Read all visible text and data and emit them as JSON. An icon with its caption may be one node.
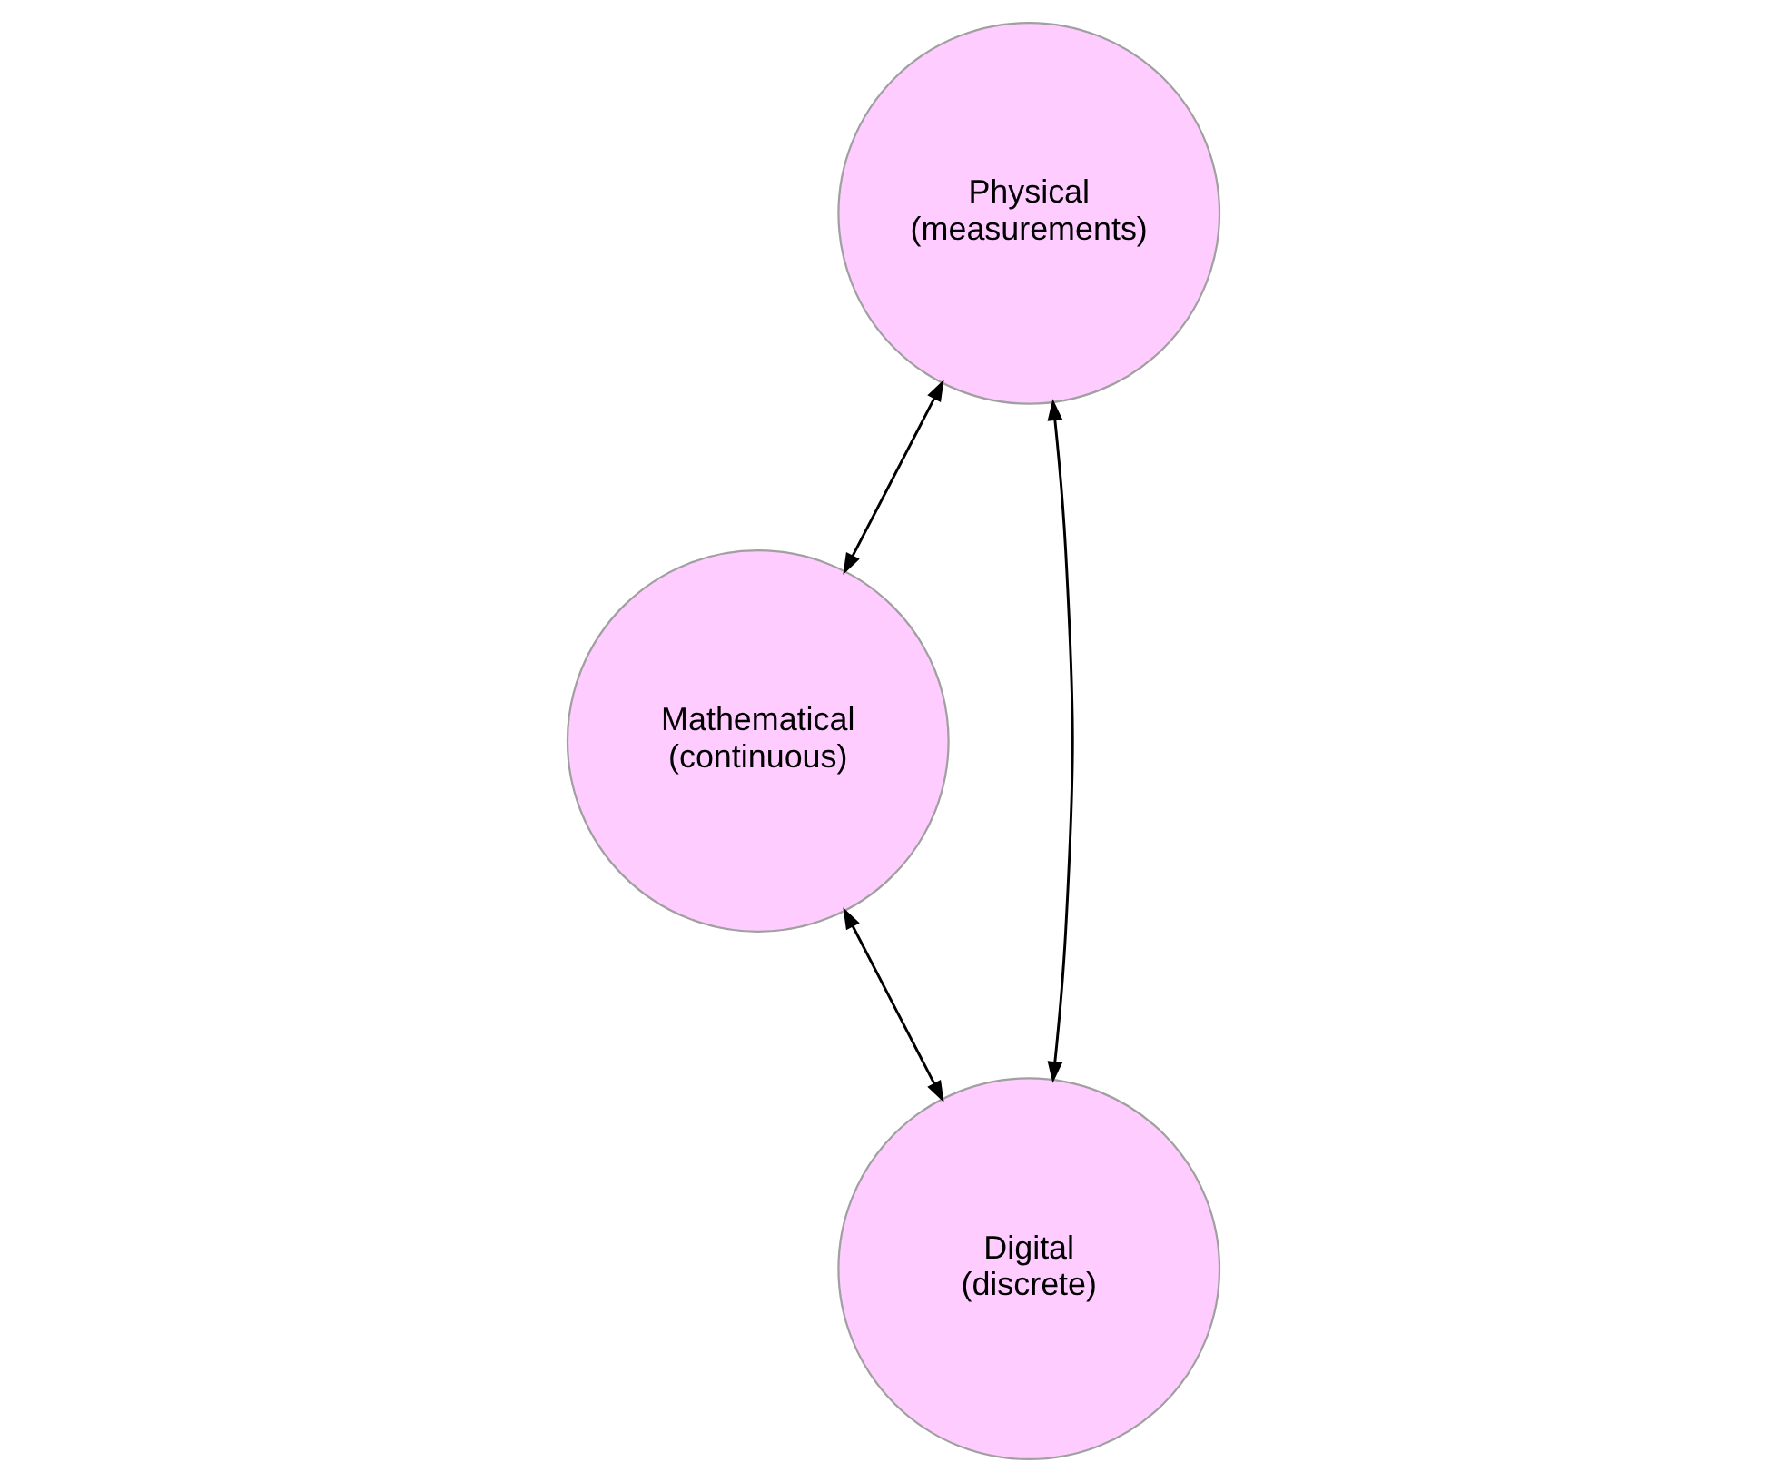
{
  "diagram": {
    "nodes": [
      {
        "text": [
          "Physical",
          "(measurements)"
        ]
      },
      {
        "text": [
          "Mathematical",
          "(continuous)"
        ]
      },
      {
        "text": [
          "Digital",
          "(discrete)"
        ]
      }
    ],
    "edges": [
      {
        "from": 0,
        "to": 1,
        "arrow": "both"
      },
      {
        "from": 0,
        "to": 2,
        "arrow": "both"
      },
      {
        "from": 1,
        "to": 2,
        "arrow": "both"
      }
    ]
  }
}
